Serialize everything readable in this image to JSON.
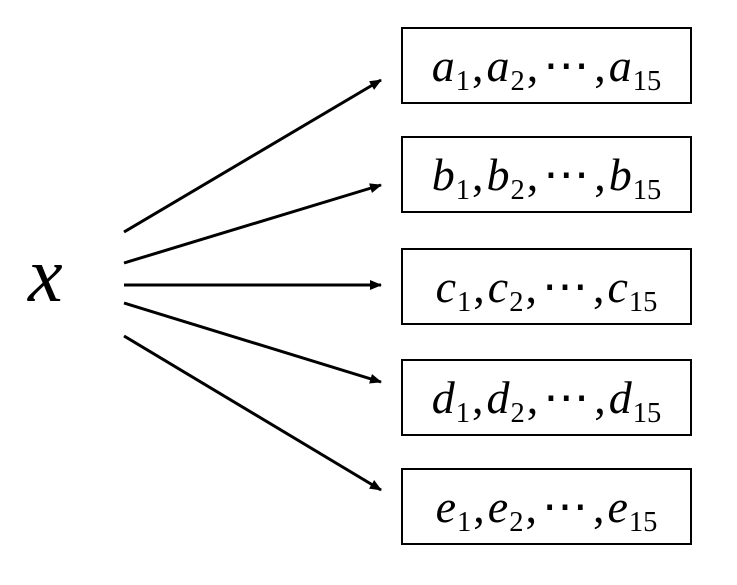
{
  "source": {
    "label": "x"
  },
  "sequences": [
    {
      "letter": "a",
      "first_index": "1",
      "second_index": "2",
      "last_index": "15",
      "separator": ",",
      "ellipsis": "⋯"
    },
    {
      "letter": "b",
      "first_index": "1",
      "second_index": "2",
      "last_index": "15",
      "separator": ",",
      "ellipsis": "⋯"
    },
    {
      "letter": "c",
      "first_index": "1",
      "second_index": "2",
      "last_index": "15",
      "separator": ",",
      "ellipsis": "⋯"
    },
    {
      "letter": "d",
      "first_index": "1",
      "second_index": "2",
      "last_index": "15",
      "separator": ",",
      "ellipsis": "⋯"
    },
    {
      "letter": "e",
      "first_index": "1",
      "second_index": "2",
      "last_index": "15",
      "separator": ",",
      "ellipsis": "⋯"
    }
  ],
  "colors": {
    "background": "#ffffff",
    "ink": "#000000"
  }
}
